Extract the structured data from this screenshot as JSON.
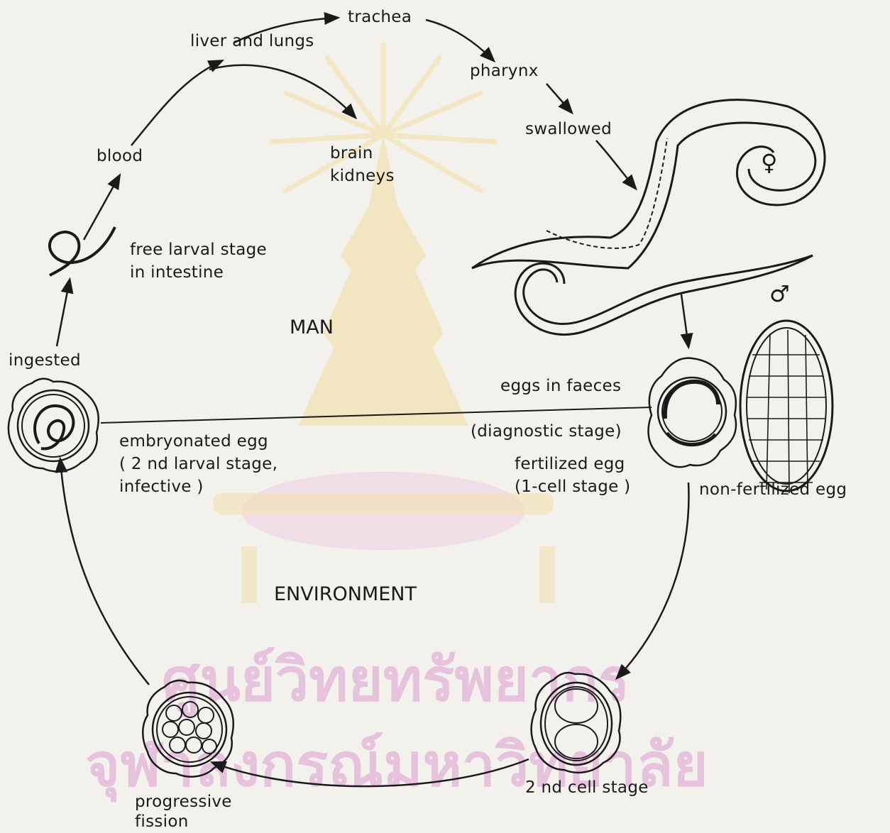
{
  "diagram": {
    "regions": {
      "man": "MAN",
      "environment": "ENVIRONMENT"
    },
    "labels": {
      "trachea": "trachea",
      "liver_lungs": "liver and lungs",
      "pharynx": "pharynx",
      "swallowed": "swallowed",
      "blood": "blood",
      "brain": "brain",
      "kidneys": "kidneys",
      "free_larval_line1": "free larval stage",
      "free_larval_line2": "in intestine",
      "ingested": "ingested",
      "eggs_in_faeces": "eggs in faeces",
      "diagnostic_stage": "(diagnostic stage)",
      "embryonated_line1": "embryonated egg",
      "embryonated_line2": "( 2 nd larval stage,",
      "embryonated_line3": "infective )",
      "fertilized_line1": "fertilized egg",
      "fertilized_line2": "(1-cell stage )",
      "non_fertilized": "non-fertilized egg",
      "second_cell": "2 nd cell stage",
      "progressive_line1": "progressive",
      "progressive_line2": "fission"
    },
    "symbols": {
      "female": "♀",
      "male": "♂"
    },
    "watermark": {
      "line1": "ศูนย์วิทยทรัพยากร",
      "line2": "จุฬาลงกรณ์มหาวิทยาลัย",
      "color": "#e6c2dc",
      "emblem_color": "#f0d27a"
    },
    "colors": {
      "ink": "#1a1a1a",
      "paper": "#f3f1ec"
    }
  }
}
